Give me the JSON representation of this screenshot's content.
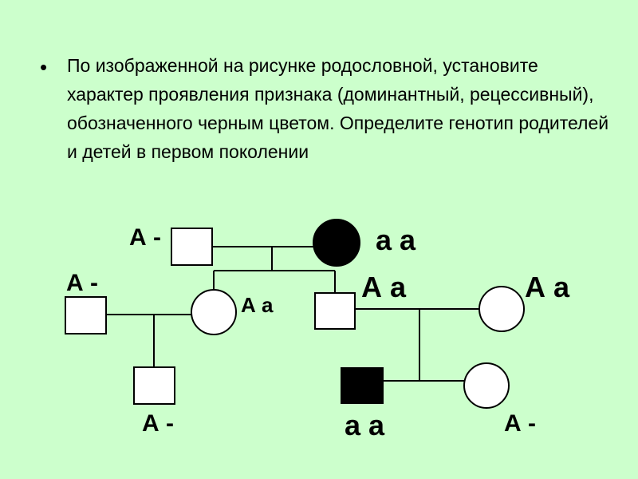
{
  "task": {
    "bullet": "•",
    "text": "По изображенной на рисунке родословной, установите характер проявления признака (доминантный, рецессивный), обозначенного черным цветом. Определите генотип родителей и детей в первом поколении"
  },
  "pedigree": {
    "genotypes": {
      "grandfather": "А -",
      "grandmother": "а а",
      "gen2_left_husband": "А -",
      "gen2_daughter": "А а",
      "gen2_son": "А а",
      "gen2_son_wife": "А а",
      "gen3_left_child": "А -",
      "gen3_affected_son": "а а",
      "gen3_daughter": "А -"
    },
    "colors": {
      "affected": "#000000",
      "unaffected": "#ffffff",
      "background": "#ccffcc"
    }
  }
}
